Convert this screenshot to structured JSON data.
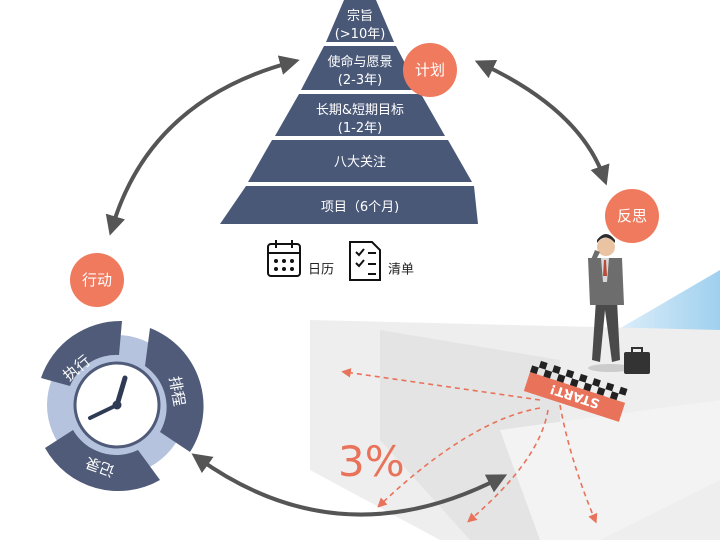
{
  "pyramid": {
    "tiers": [
      {
        "line1": "宗旨",
        "line2": "(>10年)"
      },
      {
        "line1": "使命与愿景",
        "line2": "(2-3年)"
      },
      {
        "line1": "长期&短期目标",
        "line2": "(1-2年)"
      },
      {
        "line1": "八大关注",
        "line2": ""
      },
      {
        "line1": "项目（6个月)",
        "line2": ""
      }
    ]
  },
  "cycle_labels": {
    "plan": "计划",
    "reflect": "反思",
    "act": "行动"
  },
  "tools": {
    "calendar_label": "日历",
    "checklist_label": "清单"
  },
  "wheel": {
    "segments": [
      "执行",
      "排程",
      "记录"
    ]
  },
  "crossroad": {
    "sign_text": "START!",
    "percent": "3%"
  },
  "colors": {
    "pyramid": "#4a5878",
    "circle": "#ef7a5e",
    "arrow": "#555555",
    "wheel_dark": "#4f5b78",
    "wheel_light": "#b6c3df",
    "dashed": "#e8735a",
    "road": "#ebebeb"
  }
}
